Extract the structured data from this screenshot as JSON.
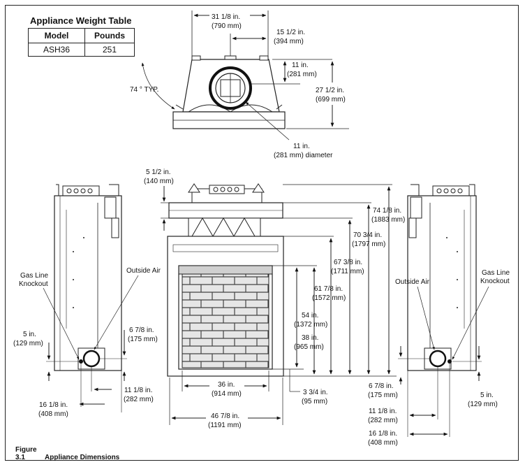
{
  "weight_table": {
    "title": "Appliance Weight Table",
    "headers": [
      "Model",
      "Pounds"
    ],
    "rows": [
      [
        "ASH36",
        "251"
      ]
    ]
  },
  "caption": {
    "number": "Figure 3.1",
    "title": "Appliance Dimensions"
  },
  "top_view": {
    "width_in": "31 1/8 in.",
    "width_mm": "(790 mm)",
    "offset_in": "15 1/2 in.",
    "offset_mm": "(394 mm)",
    "collar_depth_in": "11 in.",
    "collar_depth_mm": "(281 mm)",
    "depth_in": "27 1/2 in.",
    "depth_mm": "(699 mm)",
    "angle": "74 ° TYP.",
    "diameter_in": "11 in.",
    "diameter_mm": "(281 mm) diameter"
  },
  "front_view": {
    "top_gap_in": "5 1/2 in.",
    "top_gap_mm": "(140 mm)",
    "h1_in": "74 1/8 in.",
    "h1_mm": "(1883 mm)",
    "h2_in": "70 3/4 in.",
    "h2_mm": "(1797 mm)",
    "h3_in": "67 3/8 in.",
    "h3_mm": "(1711 mm)",
    "h4_in": "61 7/8 in.",
    "h4_mm": "(1572 mm)",
    "h5_in": "54 in.",
    "h5_mm": "(1372 mm)",
    "h6_in": "38 in.",
    "h6_mm": "(965 mm)",
    "opening_in": "36 in.",
    "opening_mm": "(914 mm)",
    "overall_in": "46 7/8 in.",
    "overall_mm": "(1191 mm)",
    "hearth_in": "3 3/4 in.",
    "hearth_mm": "(95 mm)"
  },
  "left_view": {
    "gas_label_1": "Gas Line",
    "gas_label_2": "Knockout",
    "air_label": "Outside Air",
    "gas_height_in": "5 in.",
    "gas_height_mm": "(129 mm)",
    "air_height_in": "6 7/8 in.",
    "air_height_mm": "(175 mm)",
    "air_offset_in": "11 1/8 in.",
    "air_offset_mm": "(282 mm)",
    "gas_offset_in": "16 1/8 in.",
    "gas_offset_mm": "(408 mm)"
  },
  "right_view": {
    "air_label": "Outside Air",
    "gas_label_1": "Gas Line",
    "gas_label_2": "Knockout",
    "air_height_in": "6 7/8 in.",
    "air_height_mm": "(175 mm)",
    "gas_height_in": "5 in.",
    "gas_height_mm": "(129 mm)",
    "air_offset_in": "11 1/8 in.",
    "air_offset_mm": "(282 mm)",
    "gas_offset_in": "16 1/8 in.",
    "gas_offset_mm": "(408 mm)"
  }
}
